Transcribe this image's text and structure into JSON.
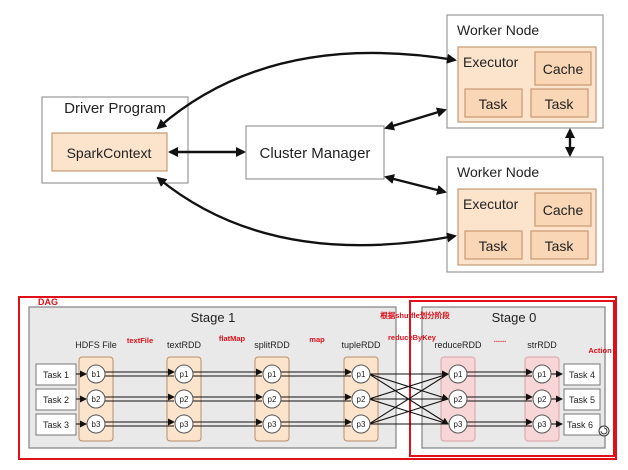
{
  "top": {
    "driver": {
      "title": "Driver Program",
      "context": "SparkContext"
    },
    "cluster_manager": "Cluster Manager",
    "workers": [
      {
        "title": "Worker Node",
        "executor": "Executor",
        "cache": "Cache",
        "tasks": [
          "Task",
          "Task"
        ]
      },
      {
        "title": "Worker Node",
        "executor": "Executor",
        "cache": "Cache",
        "tasks": [
          "Task",
          "Task"
        ]
      }
    ]
  },
  "bottom": {
    "dag_label": "DAG",
    "stage1": {
      "title": "Stage 1",
      "tasks": [
        "Task 1",
        "Task 2",
        "Task 3"
      ],
      "columns": [
        {
          "label": "HDFS File",
          "partitions": [
            "b1",
            "b2",
            "b3"
          ]
        },
        {
          "label": "textRDD",
          "partitions": [
            "p1",
            "p2",
            "p3"
          ]
        },
        {
          "label": "splitRDD",
          "partitions": [
            "p1",
            "p2",
            "p3"
          ]
        },
        {
          "label": "tupleRDD",
          "partitions": [
            "p1",
            "p2",
            "p3"
          ]
        }
      ],
      "ops": [
        "textFile",
        "flatMap",
        "map"
      ]
    },
    "stage0": {
      "title": "Stage 0",
      "tasks": [
        "Task 4",
        "Task 5",
        "Task 6"
      ],
      "columns": [
        {
          "label": "reduceRDD",
          "partitions": [
            "p1",
            "p2",
            "p3"
          ]
        },
        {
          "label": "strRDD",
          "partitions": [
            "p1",
            "p2",
            "p3"
          ]
        }
      ],
      "ops": [
        "......"
      ]
    },
    "shuffle_note": "根据shuffle划分阶段",
    "reduce_op": "reduceByKey",
    "action_label": "Action"
  },
  "colors": {
    "peach": "#fbe3cc",
    "peach_border": "#c89a73",
    "pink": "#f8d6d8",
    "pink_border": "#d9a2a6",
    "red_accent": "#e0101a",
    "stage_fill": "#e9e9e9",
    "stage_border": "#8a8a8a",
    "arrow": "#111111"
  }
}
